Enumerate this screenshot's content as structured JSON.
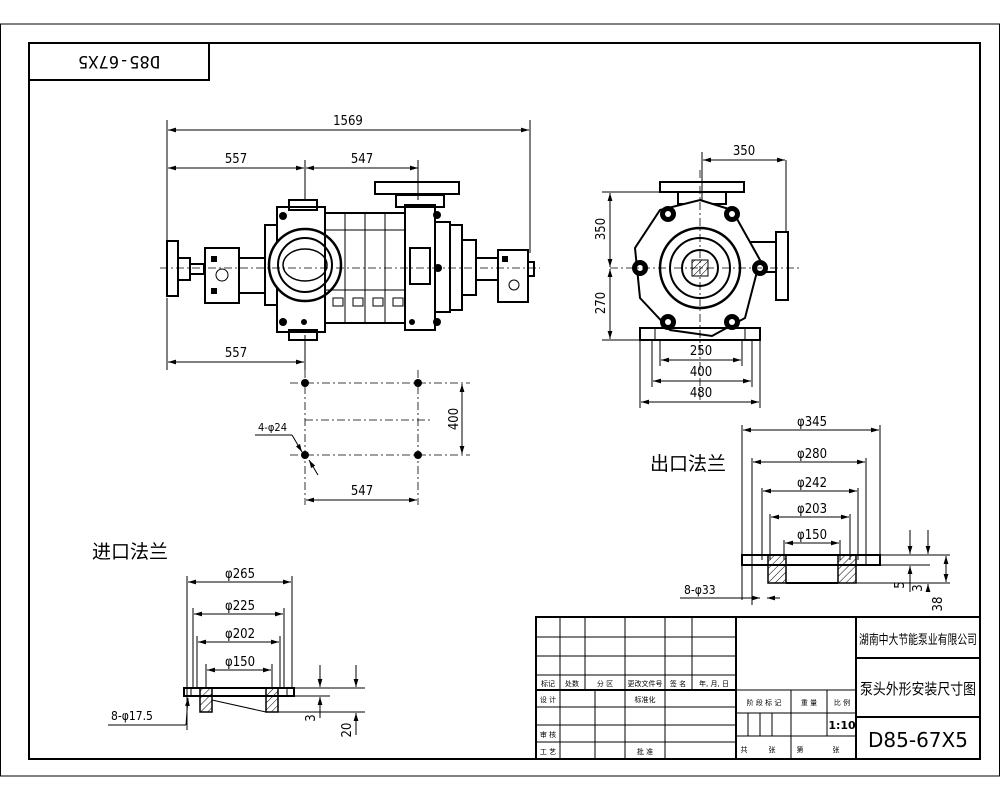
{
  "drawing": {
    "code_mirrored": "D85-67X5",
    "title_block": {
      "company": "湖南中大节能泵业有限公司",
      "drawing_name": "泵头外形安装尺寸图",
      "model": "D85-67X5",
      "scale": "1:10",
      "cells": {
        "mark": "标记",
        "count": "处数",
        "zone": "分 区",
        "doc_no": "更改文件号",
        "sign": "签 名",
        "date": "年, 月, 日",
        "design": "设 计",
        "standard": "标准化",
        "stage_mark": "阶 段 标 记",
        "weight": "重 量",
        "ratio": "比 例",
        "review": "审 核",
        "process": "工 艺",
        "approve": "批 准",
        "total": "共",
        "sheets": "张",
        "no": "第",
        "sheet": "张"
      }
    },
    "main_view": {
      "overall": "1569",
      "left_top": "557",
      "center_top": "547",
      "left_bottom": "557",
      "base_depth": "400",
      "base_span": "547",
      "holes": "4-φ24"
    },
    "side_view": {
      "outlet_offset": "350",
      "upper_height": "350",
      "lower_height": "270",
      "w1": "250",
      "w2": "400",
      "w3": "480"
    },
    "outlet_flange": {
      "label": "出口法兰",
      "d1": "φ345",
      "d2": "φ280",
      "d3": "φ242",
      "d4": "φ203",
      "d5": "φ150",
      "holes": "8-φ33",
      "t1": "5",
      "t2": "3",
      "t3": "38"
    },
    "inlet_flange": {
      "label": "进口法兰",
      "d1": "φ265",
      "d2": "φ225",
      "d3": "φ202",
      "d4": "φ150",
      "holes": "8-φ17.5",
      "t1": "3",
      "t2": "20"
    }
  }
}
